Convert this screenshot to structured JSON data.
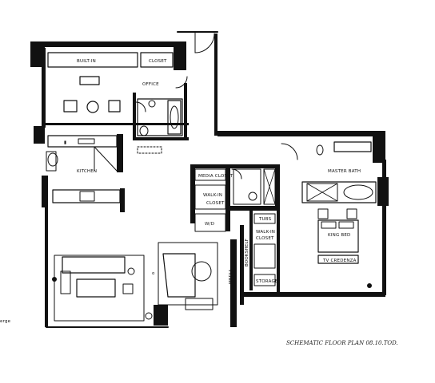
{
  "labels": {
    "built_in": "BUILT-IN",
    "closet": "CLOSET",
    "office": "OFFICE",
    "kitchen": "KITCHEN",
    "media_closet": "MEDIA CLOSET",
    "walk_in_closet_1": "WALK-IN",
    "walk_in_closet_1b": "CLOSET",
    "master_bath": "MASTER BATH",
    "tubs": "TUBS",
    "walk_in_closet_2": "WALK-IN",
    "walk_in_closet_2b": "CLOSET",
    "storage": "STORAGE",
    "king_bed": "KING BED",
    "tv_credenza": "TV CREDENZA",
    "bookshelf": "BOOKSHELF",
    "wd": "W/D",
    "media": "MEDIA",
    "left_edge_text": "erge"
  },
  "footer": {
    "signature": "SCHEMATIC FLOOR PLAN   08.10.TOD."
  }
}
